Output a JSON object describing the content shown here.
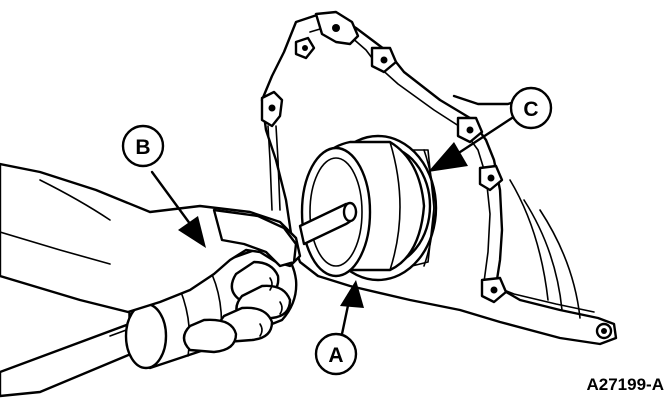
{
  "callouts": {
    "a": "A",
    "b": "B",
    "c": "C"
  },
  "figure_id": "A27199-A",
  "colors": {
    "ink": "#000000",
    "paper": "#ffffff"
  }
}
